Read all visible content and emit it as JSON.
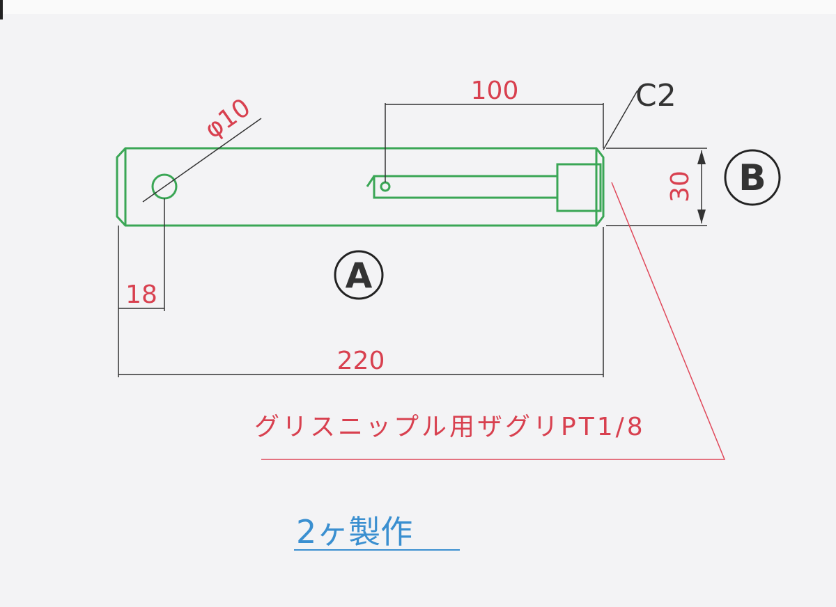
{
  "drawing": {
    "dim_length": "220",
    "dim_slot": "100",
    "dim_hole_dia": "φ10",
    "dim_hole_pos": "18",
    "dim_diameter": "30",
    "chamfer": "C2",
    "view_a": "A",
    "view_b": "B",
    "note": "グリスニップル用ザグリPT1/8",
    "quantity": "2ヶ製作",
    "colors": {
      "part": "#3aa655",
      "dimension": "#d8404f",
      "note": "#3a8fd0",
      "line": "#333333"
    }
  }
}
